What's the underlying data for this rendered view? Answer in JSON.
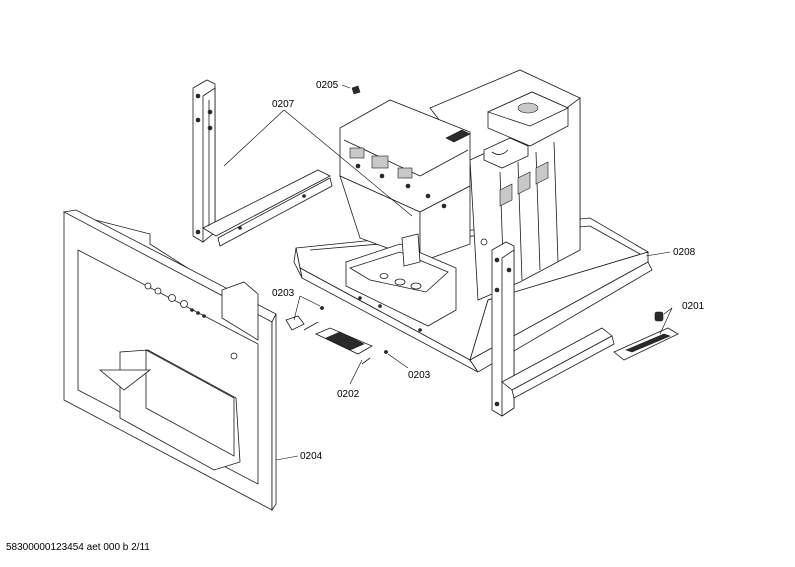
{
  "diagram": {
    "part_labels": {
      "p0201": "0201",
      "p0202": "0202",
      "p0203_left": "0203",
      "p0203_right": "0203",
      "p0204": "0204",
      "p0205": "0205",
      "p0207": "0207",
      "p0208": "0208"
    },
    "footer": "58300000123454 aet 000 b 2/11"
  }
}
